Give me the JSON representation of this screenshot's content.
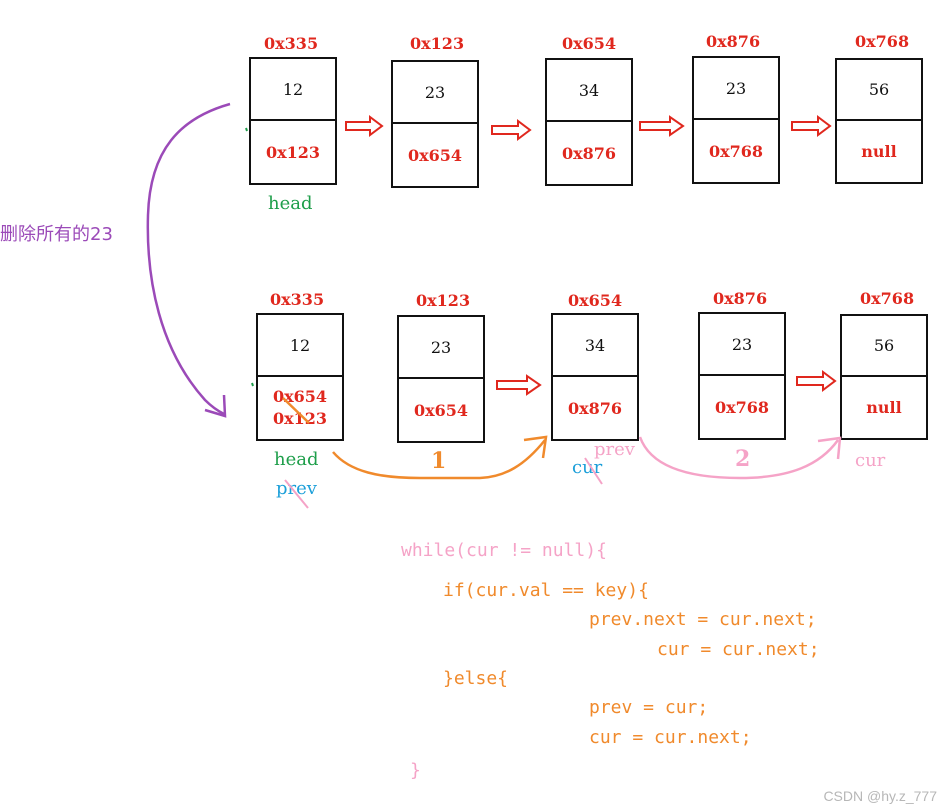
{
  "side_label": "删除所有的23",
  "top_row": [
    {
      "addr": "0x335",
      "val": "12",
      "next": "0x123"
    },
    {
      "addr": "0x123",
      "val": "23",
      "next": "0x654"
    },
    {
      "addr": "0x654",
      "val": "34",
      "next": "0x876"
    },
    {
      "addr": "0x876",
      "val": "23",
      "next": "0x768"
    },
    {
      "addr": "0x768",
      "val": "56",
      "next": "null"
    }
  ],
  "bottom_row": [
    {
      "addr": "0x335",
      "val": "12",
      "next": "0x123",
      "next_new": "0x654"
    },
    {
      "addr": "0x123",
      "val": "23",
      "next": "0x654"
    },
    {
      "addr": "0x654",
      "val": "34",
      "next": "0x876"
    },
    {
      "addr": "0x876",
      "val": "23",
      "next": "0x768"
    },
    {
      "addr": "0x768",
      "val": "56",
      "next": "null"
    }
  ],
  "labels": {
    "head_top": "head",
    "head_bottom": "head",
    "prev_bottom": "prev",
    "prev_mid": "prev",
    "cur_mid": "cur",
    "cur_right": "cur",
    "step_one": "1",
    "step_two": "2"
  },
  "code": {
    "line1": "while(cur != null){",
    "line2": "if(cur.val == key){",
    "line3": "prev.next = cur.next;",
    "line4": "cur = cur.next;",
    "line5": "}else{",
    "line6": "prev = cur;",
    "line7": "cur = cur.next;",
    "line8": "}"
  },
  "watermark": "CSDN @hy.z_777",
  "colors": {
    "address": "#e0281e",
    "head": "#1e9e4a",
    "prev": "#1c9fd9",
    "cur": "#f5a3c7",
    "orange": "#f08a2c",
    "purple": "#9b4ab8"
  }
}
